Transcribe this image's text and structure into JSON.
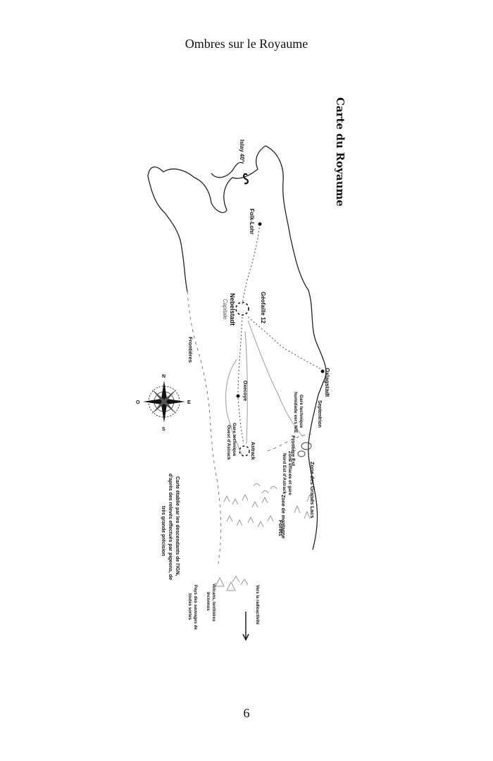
{
  "page": {
    "header": "Ombres sur le Royaume",
    "page_number": "6"
  },
  "map": {
    "title": "Carte du Royaume",
    "labels": {
      "islay": "Islay 40°",
      "folk_lohr": "Folk-Lohr",
      "nebelstadt": "Nebelstadt",
      "capitale": "Capitale",
      "geofaille": "Géofaille 12",
      "frontieres": "Frontières",
      "oxagstadt": "Oxlagstadt",
      "gare_nord": "Gare technique",
      "gare_nord_2": "humidade vers N/E",
      "septentrion": "Septentrion",
      "frontiere_est": "Frontière Est",
      "oxecoye": "Oxecoye",
      "zone_grands_lacs": "Zone des Grands Lacs",
      "gare_ouest": "Gare technique",
      "gare_ouest_2": "Ouest d'Astrack",
      "astrack": "Astrack",
      "zone_effacee": "Zone effacée et gare",
      "zone_effacee_2": "Nord Est d'Astrack",
      "zone_montagnes": "Zone de montagne",
      "forets": "Forêts",
      "volcans": "Volcans, territoires",
      "volcans_2": "inconnus",
      "pays_sauvages": "Pays des sauvages de",
      "pays_sauvages_2": "toutes sortes",
      "radioactivite": "Vers la radioactivité"
    },
    "caption": [
      "Carte établie par les descendants de l'IGN,",
      "d'après des relevés effectués par pigeons, de",
      "très grande précision"
    ],
    "compass": {
      "north": "N",
      "south": "S",
      "east": "E",
      "west": "O"
    }
  }
}
